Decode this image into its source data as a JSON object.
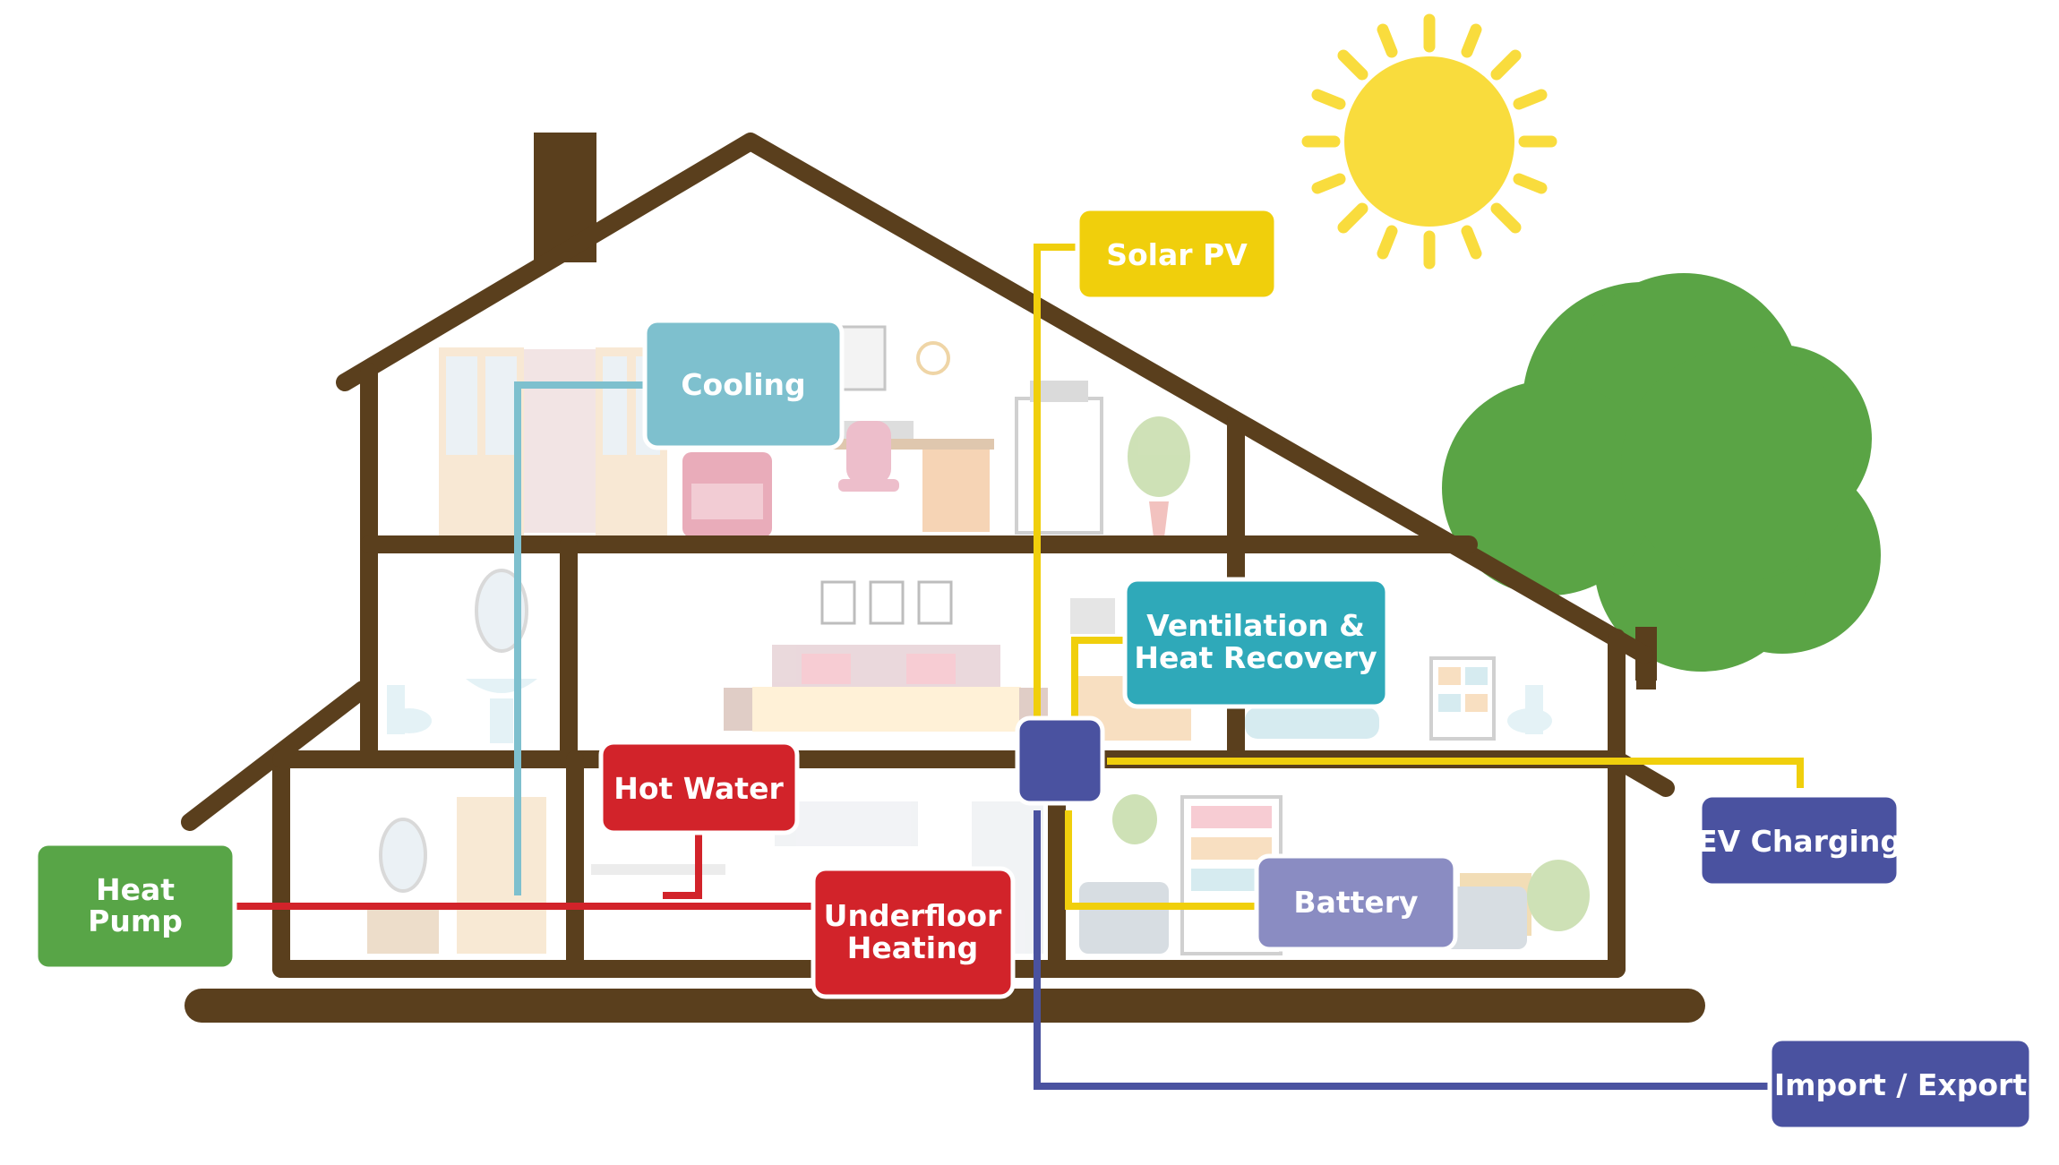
{
  "labels": {
    "solar_pv": "Solar PV",
    "cooling": "Cooling",
    "ventilation_line1": "Ventilation &",
    "ventilation_line2": "Heat Recovery",
    "hot_water": "Hot Water",
    "heat_pump_line1": "Heat",
    "heat_pump_line2": "Pump",
    "underfloor_line1": "Underfloor",
    "underfloor_line2": "Heating",
    "battery": "Battery",
    "ev_charging": "EV Charging",
    "import_export": "Import / Export"
  },
  "colors": {
    "house_outline": "#5a3f1d",
    "sun": "#f9dc3d",
    "tree_foliage": "#5aa445",
    "tree_trunk": "#5a3f1d",
    "solar_pv": "#f0cf0c",
    "cooling": "#7ec0ce",
    "ventilation": "#2fa9b9",
    "hot_water": "#d2232a",
    "heat_pump": "#58a547",
    "underfloor": "#d2232a",
    "battery": "#8a8cc2",
    "ev_charging": "#4a52a0",
    "import_export": "#4a52a0",
    "hub": "#4a52a0"
  }
}
